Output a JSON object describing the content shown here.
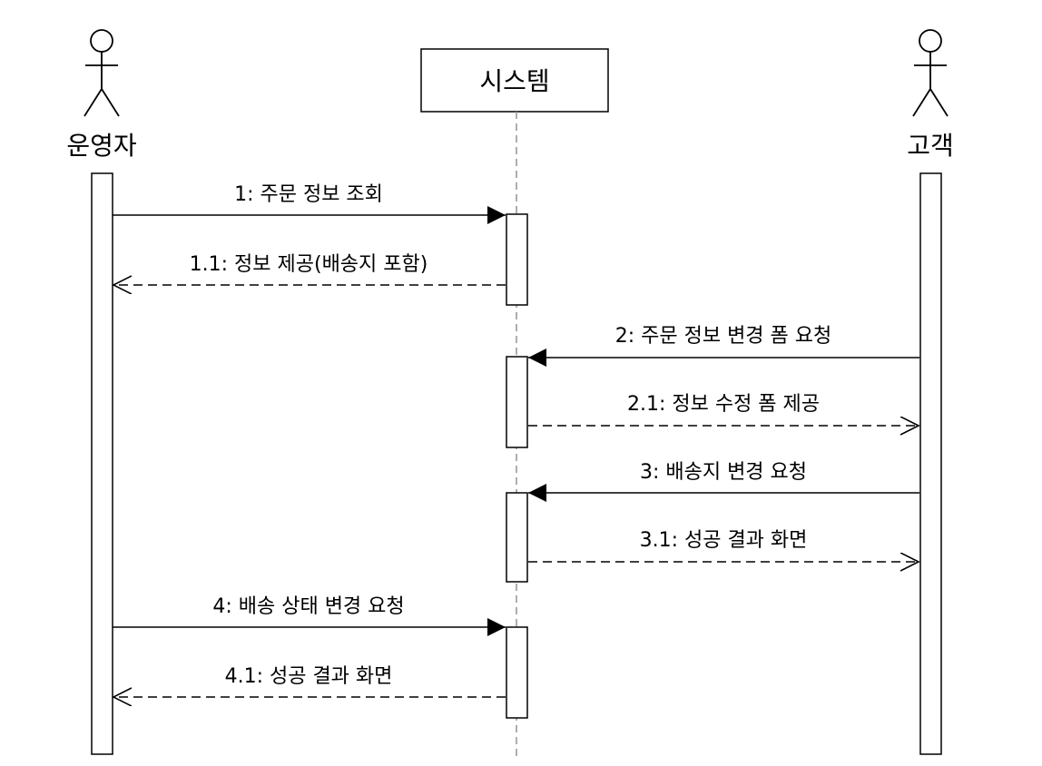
{
  "actors": {
    "operator": {
      "name": "운영자"
    },
    "customer": {
      "name": "고객"
    }
  },
  "system": {
    "name": "시스템"
  },
  "messages": [
    {
      "id": "m1",
      "label": "1: 주문 정보 조회",
      "kind": "call",
      "from": "operator",
      "to": "system"
    },
    {
      "id": "m1_1",
      "label": "1.1: 정보 제공(배송지 포함)",
      "kind": "return",
      "from": "system",
      "to": "operator"
    },
    {
      "id": "m2",
      "label": "2: 주문 정보 변경 폼 요청",
      "kind": "call",
      "from": "customer",
      "to": "system"
    },
    {
      "id": "m2_1",
      "label": "2.1: 정보 수정 폼 제공",
      "kind": "return",
      "from": "system",
      "to": "customer"
    },
    {
      "id": "m3",
      "label": "3: 배송지 변경 요청",
      "kind": "call",
      "from": "customer",
      "to": "system"
    },
    {
      "id": "m3_1",
      "label": "3.1: 성공 결과 화면",
      "kind": "return",
      "from": "system",
      "to": "customer"
    },
    {
      "id": "m4",
      "label": "4: 배송 상태 변경 요청",
      "kind": "call",
      "from": "operator",
      "to": "system"
    },
    {
      "id": "m4_1",
      "label": "4.1: 성공 결과 화면",
      "kind": "return",
      "from": "system",
      "to": "operator"
    }
  ]
}
